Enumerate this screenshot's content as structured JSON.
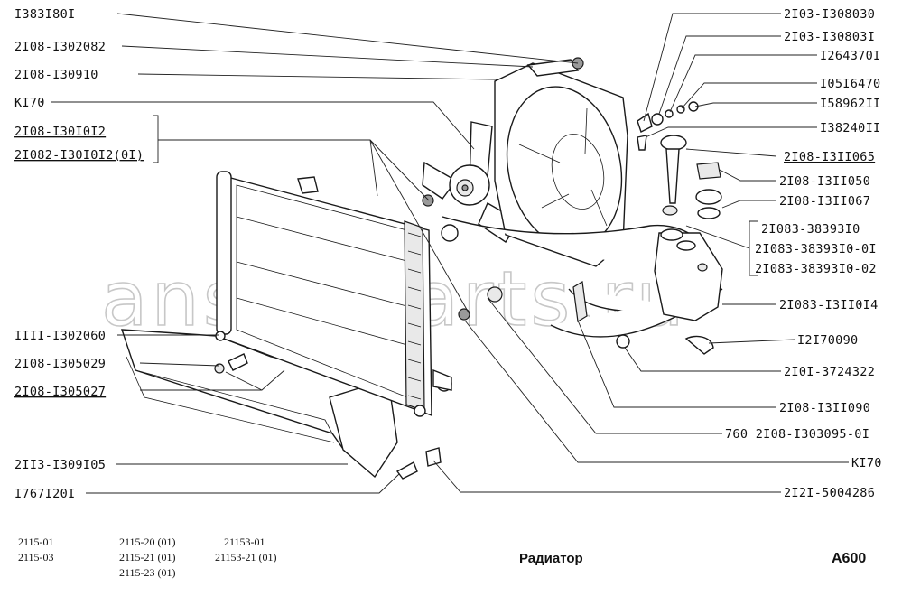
{
  "diagram": {
    "title": "Радиатор",
    "page_code": "A600",
    "watermark": "ansat-parts.ru",
    "models": [
      [
        "2115-01",
        "2115-03"
      ],
      [
        "2115-20 (01)",
        "2115-21 (01)",
        "2115-23 (01)"
      ],
      [
        "21153-01",
        "21153-21 (01)"
      ]
    ],
    "labels_left": [
      "I383I80I",
      "2I08-I302082",
      "2I08-I30910",
      "KI70",
      "2I08-I30I0I2",
      "2I082-I30I0I2(0I)",
      "IIII-I302060",
      "2I08-I305029",
      "2I08-I305027",
      "2II3-I309I05",
      "I767I20I"
    ],
    "labels_right": [
      "2I03-I308030",
      "2I03-I30803I",
      "I264370I",
      "I05I6470",
      "I58962II",
      "I38240II",
      "2I08-I3II065",
      "2I08-I3II050",
      "2I08-I3II067",
      "2I083-38393I0",
      "2I083-38393I0-0I",
      "2I083-38393I0-02",
      "2I083-I3II0I4",
      "I2I70090",
      "2I0I-3724322",
      "2I08-I3II090",
      "760  2I08-I303095-0I",
      "KI70",
      "2I2I-5004286"
    ]
  }
}
